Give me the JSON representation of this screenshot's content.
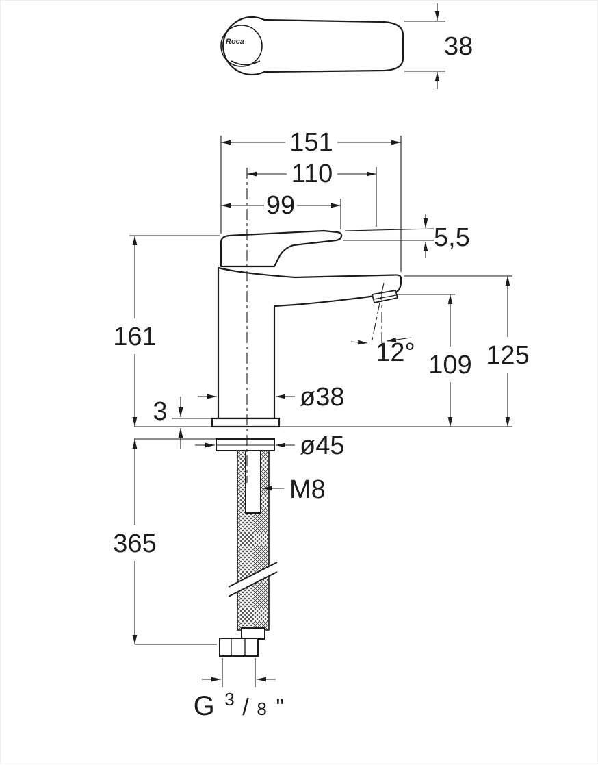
{
  "drawing": {
    "brand_logo": "Roca",
    "dims": {
      "handle_height": "38",
      "total_width": "151",
      "spout_reach": "110",
      "handle_reach": "99",
      "lever_tip": "5,5",
      "body_height": "161",
      "spout_angle": "12°",
      "outlet_height": "109",
      "spout_height": "125",
      "base_plate": "3",
      "body_diameter": "ø38",
      "base_diameter": "ø45",
      "stud_thread": "M8",
      "hose_length": "365",
      "connection": {
        "prefix": "G",
        "numerator": "3",
        "denominator": "8",
        "inches": "\""
      }
    }
  }
}
